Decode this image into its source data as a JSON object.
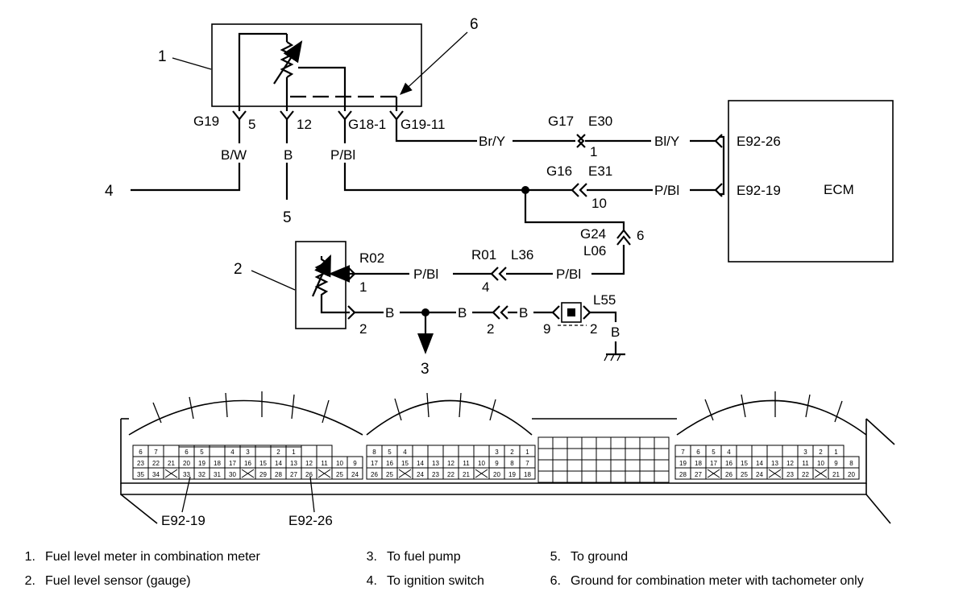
{
  "callouts": {
    "c1": "1",
    "c2": "2",
    "c3": "3",
    "c4": "4",
    "c5": "5",
    "c6": "6"
  },
  "connectors": {
    "g19": "G19",
    "g19_pin5": "5",
    "g19_pin12": "12",
    "g18_1": "G18-1",
    "g19_11": "G19-11",
    "g17": "G17",
    "e30": "E30",
    "e30_pin": "1",
    "g16": "G16",
    "e31": "E31",
    "e31_pin": "10",
    "e92_26": "E92-26",
    "e92_19": "E92-19",
    "g24": "G24",
    "l06": "L06",
    "g24_pin": "6",
    "r02": "R02",
    "r02_pin1": "1",
    "r02_pin2": "2",
    "r01": "R01",
    "l36": "L36",
    "r01_pin4": "4",
    "r01_pin2": "2",
    "l55": "L55",
    "l55_pin9": "9",
    "l55_pin2": "2"
  },
  "wires": {
    "bw": "B/W",
    "b_meter": "B",
    "pbl_meter": "P/Bl",
    "bry": "Br/Y",
    "bly": "Bl/Y",
    "pbl_ecm": "P/Bl",
    "pbl_sensor": "P/Bl",
    "pbl_l36": "P/Bl",
    "b_sensor": "B",
    "b_mid": "B",
    "b_l55_in": "B",
    "b_ground": "B"
  },
  "ecm_label": "ECM",
  "connector_face": {
    "left_block": [
      [
        "6",
        "7",
        "",
        "",
        "",
        "",
        "",
        "",
        "",
        "",
        "",
        "",
        ""
      ],
      [
        "23",
        "22",
        "21",
        "20",
        "19",
        "18",
        "17",
        "16",
        "15",
        "14",
        "13",
        "12",
        "11",
        "10",
        "9"
      ],
      [
        "35",
        "34",
        "",
        "33",
        "32",
        "31",
        "30",
        "",
        "29",
        "28",
        "27",
        "26",
        "",
        "25",
        "24"
      ]
    ],
    "left_top_extra": [
      "6",
      "5",
      "",
      "4",
      "3",
      "",
      "2",
      "1"
    ],
    "middle_block": [
      [
        "8",
        "5",
        "4",
        "",
        "",
        "",
        "",
        "",
        "3",
        "2",
        "1"
      ],
      [
        "17",
        "16",
        "15",
        "14",
        "13",
        "12",
        "11",
        "10",
        "9",
        "8",
        "7"
      ],
      [
        "26",
        "25",
        "",
        "24",
        "23",
        "22",
        "21",
        "",
        "20",
        "19",
        "18"
      ]
    ],
    "right_block": [
      [
        "7",
        "6",
        "5",
        "4",
        "",
        "",
        "",
        "",
        "3",
        "2",
        "1"
      ],
      [
        "19",
        "18",
        "17",
        "16",
        "15",
        "14",
        "13",
        "12",
        "11",
        "10",
        "9",
        "8"
      ],
      [
        "28",
        "27",
        "",
        "26",
        "25",
        "24",
        "",
        "23",
        "22",
        "",
        "21",
        "20"
      ]
    ],
    "pointer_e92_19": "E92-19",
    "pointer_e92_26": "E92-26"
  },
  "legend": [
    {
      "num": "1.",
      "text": "Fuel level meter in combination meter"
    },
    {
      "num": "2.",
      "text": "Fuel level sensor (gauge)"
    },
    {
      "num": "3.",
      "text": "To fuel pump"
    },
    {
      "num": "4.",
      "text": "To ignition switch"
    },
    {
      "num": "5.",
      "text": "To ground"
    },
    {
      "num": "6.",
      "text": "Ground for combination meter with tachometer only"
    }
  ]
}
